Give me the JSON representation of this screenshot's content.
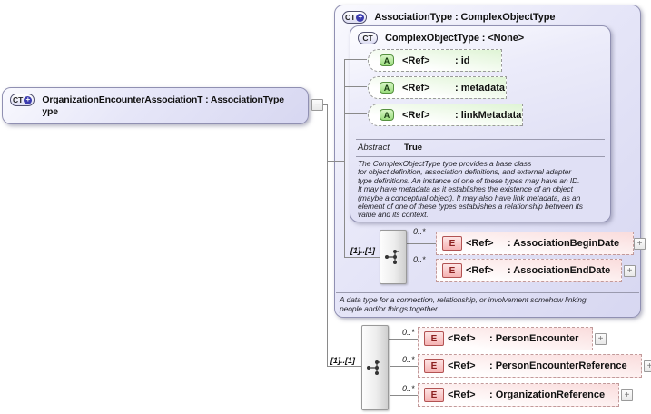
{
  "root": {
    "icon": "CT",
    "derived_plus": "+",
    "label": "OrganizationEncounterAssociationT : AssociationType\nype",
    "collapse_glyph": "−"
  },
  "type_box": {
    "icon": "CT",
    "derived_plus": "+",
    "title": "AssociationType : ComplexObjectType",
    "base": {
      "icon": "CT",
      "title": "ComplexObjectType : <None>",
      "attributes": [
        {
          "icon": "A",
          "ref": "<Ref>",
          "name": ": id"
        },
        {
          "icon": "A",
          "ref": "<Ref>",
          "name": ": metadata"
        },
        {
          "icon": "A",
          "ref": "<Ref>",
          "name": ": linkMetadata"
        }
      ],
      "facet_label": "Abstract",
      "facet_value": "True",
      "doc": "The ComplexObjectType type provides a base class\nfor object definition, association definitions, and external adapter\ntype definitions. An instance of one of these types may have an ID.\nIt may have metadata as it establishes the existence of an object\n(maybe a conceptual object). It may also have link metadata, as an\nelement of one of these types establishes a relationship between its\nvalue and its context."
    },
    "sequence": {
      "cardinality": "[1]..[1]",
      "elements": [
        {
          "occurs": "0..*",
          "icon": "E",
          "ref": "<Ref>",
          "name": ": AssociationBeginDate",
          "expand": "+"
        },
        {
          "occurs": "0..*",
          "icon": "E",
          "ref": "<Ref>",
          "name": ": AssociationEndDate",
          "expand": "+"
        }
      ]
    },
    "doc": "A data type for a connection, relationship, or involvement somehow linking\npeople and/or things together."
  },
  "extension": {
    "cardinality": "[1]..[1]",
    "elements": [
      {
        "occurs": "0..*",
        "icon": "E",
        "ref": "<Ref>",
        "name": ": PersonEncounter",
        "expand": "+"
      },
      {
        "occurs": "0..*",
        "icon": "E",
        "ref": "<Ref>",
        "name": ": PersonEncounterReference",
        "expand": "+"
      },
      {
        "occurs": "0..*",
        "icon": "E",
        "ref": "<Ref>",
        "name": ": OrganizationReference",
        "expand": "+"
      }
    ]
  },
  "colors": {
    "box_lavender": "#e3e3f7",
    "attribute_green": "#dff4d5",
    "element_pink": "#fadcdc",
    "derived_plus_blue": "#3c3cae",
    "connector_gray": "#8a8a8a"
  }
}
